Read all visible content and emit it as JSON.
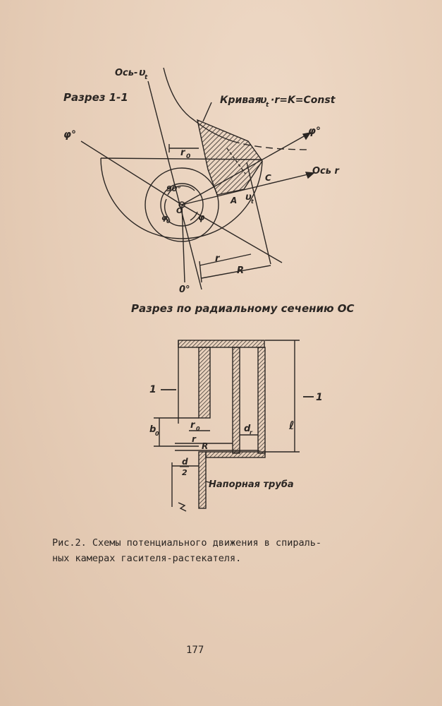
{
  "figure_top": {
    "section_title": "Разрез 1-1",
    "axis_ur": "Ось-",
    "axis_ur_sym": "υ",
    "axis_ur_sub": "t",
    "curve_label": "Кривая",
    "curve_sym": "υ",
    "curve_sub": "t",
    "curve_formula": "·r=K=Const",
    "phi_left": "φ°",
    "phi_right": "φ°",
    "axis_r": "Ось r",
    "r0": "r",
    "r0_sub": "0",
    "angle_90": "90°",
    "angle_phi0": "φ",
    "angle_phi0_sub": "0",
    "angle_phi": "φ",
    "point_o": "O",
    "point_a": "A",
    "point_c": "C",
    "ut_sym": "υ",
    "ut_sub": "t",
    "r_label": "r",
    "R_label": "R",
    "zero_deg": "0°"
  },
  "section_title_2": "Разрез по радиальному сечению ОС",
  "figure_bottom": {
    "mark_left": "1",
    "mark_right": "1",
    "b0": "b",
    "b0_sub": "0",
    "r0": "r",
    "r0_sub": "0",
    "r": "r",
    "R": "R",
    "dr": "d",
    "dr_sub": "r",
    "l": "ℓ",
    "d_num": "d",
    "d_den": "2",
    "pipe_label": "Напорная труба"
  },
  "caption_line1": "Рис.2. Схемы потенциального движения в спираль-",
  "caption_line2": "ных камерах гасителя-растекателя.",
  "page_number": "177"
}
